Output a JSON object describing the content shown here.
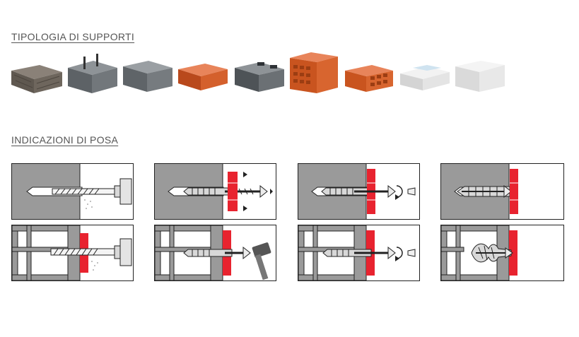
{
  "sections": {
    "supports_title": "TIPOLOGIA DI SUPPORTI",
    "installation_title": "INDICAZIONI DI POSA"
  },
  "supports": [
    {
      "name": "stone-block-icon"
    },
    {
      "name": "concrete-block-with-rods-icon"
    },
    {
      "name": "solid-concrete-block-icon"
    },
    {
      "name": "solid-brick-icon"
    },
    {
      "name": "hollow-concrete-block-icon"
    },
    {
      "name": "perforated-brick-icon"
    },
    {
      "name": "hollow-brick-icon"
    },
    {
      "name": "aerated-concrete-block-icon"
    },
    {
      "name": "gypsum-block-icon"
    }
  ],
  "colors": {
    "wall_gray": "#9a9a9a",
    "seal_red": "#e8232f",
    "outline": "#222222",
    "brick": "#d9652d",
    "concrete": "#6f7478"
  },
  "steps": [
    {
      "row": "solid",
      "step": "drill"
    },
    {
      "row": "solid",
      "step": "insert"
    },
    {
      "row": "solid",
      "step": "screw"
    },
    {
      "row": "solid",
      "step": "fixed"
    },
    {
      "row": "hollow",
      "step": "drill"
    },
    {
      "row": "hollow",
      "step": "hammer"
    },
    {
      "row": "hollow",
      "step": "screw"
    },
    {
      "row": "hollow",
      "step": "fixed"
    }
  ]
}
